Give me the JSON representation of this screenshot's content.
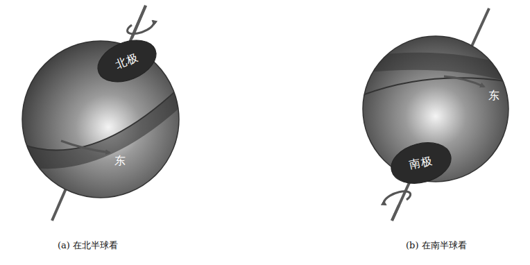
{
  "diagram": {
    "nodes": [
      {
        "text": [
          "北极"
        ]
      },
      {
        "text": [
          "南极"
        ]
      }
    ],
    "labels": [
      "东",
      "(a) 在北半球看",
      "东",
      "(b) 在南半球看"
    ]
  }
}
